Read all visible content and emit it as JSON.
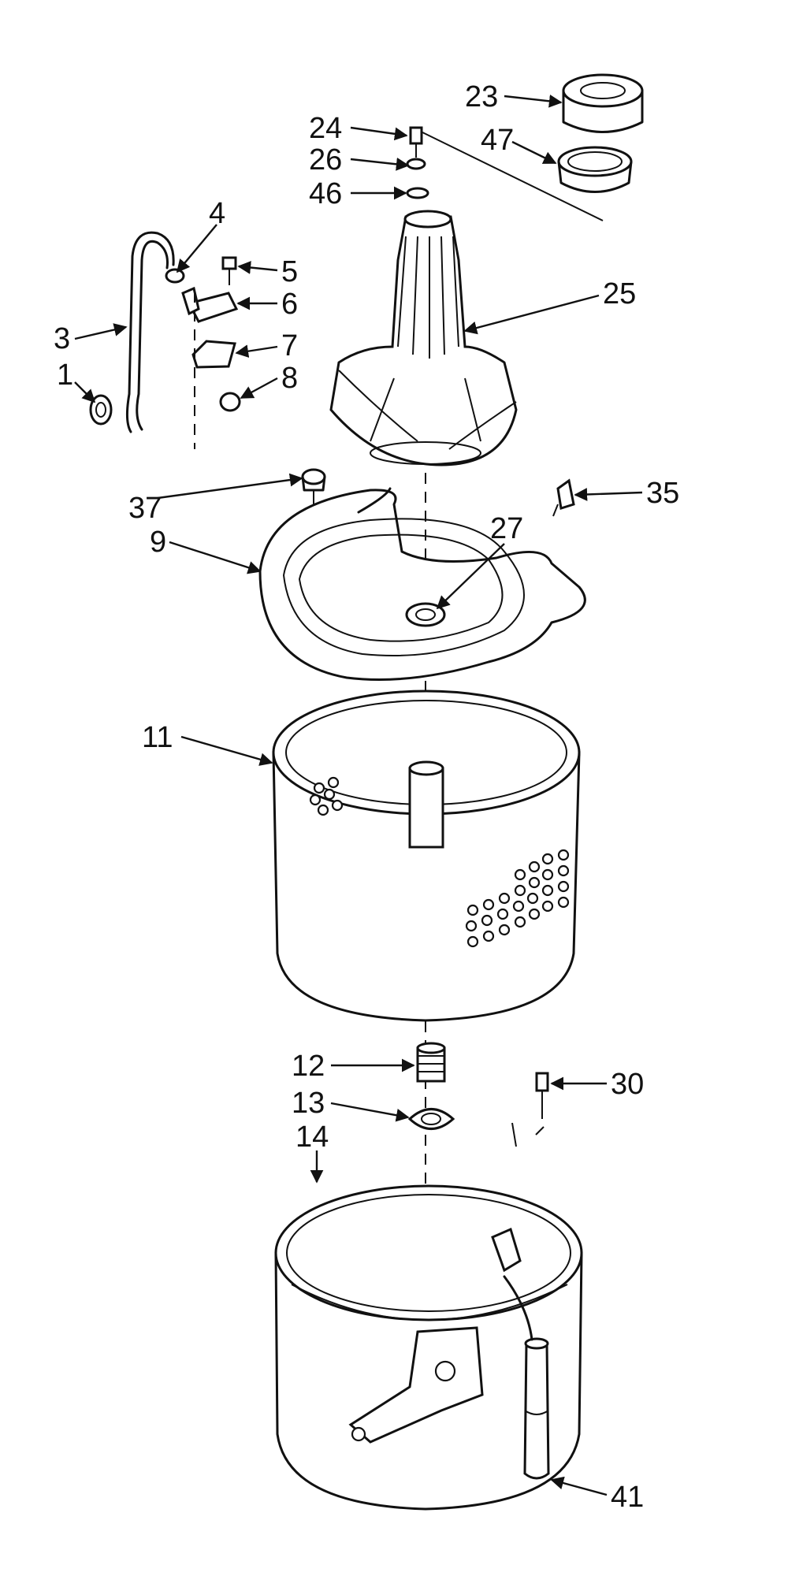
{
  "diagram": {
    "callouts": [
      {
        "id": "1",
        "label": "1"
      },
      {
        "id": "3",
        "label": "3"
      },
      {
        "id": "4",
        "label": "4"
      },
      {
        "id": "5",
        "label": "5"
      },
      {
        "id": "6",
        "label": "6"
      },
      {
        "id": "7",
        "label": "7"
      },
      {
        "id": "8",
        "label": "8"
      },
      {
        "id": "9",
        "label": "9"
      },
      {
        "id": "11",
        "label": "11"
      },
      {
        "id": "12",
        "label": "12"
      },
      {
        "id": "13",
        "label": "13"
      },
      {
        "id": "14",
        "label": "14"
      },
      {
        "id": "23",
        "label": "23"
      },
      {
        "id": "24",
        "label": "24"
      },
      {
        "id": "25",
        "label": "25"
      },
      {
        "id": "26",
        "label": "26"
      },
      {
        "id": "27",
        "label": "27"
      },
      {
        "id": "30",
        "label": "30"
      },
      {
        "id": "35",
        "label": "35"
      },
      {
        "id": "37",
        "label": "37"
      },
      {
        "id": "41",
        "label": "41"
      },
      {
        "id": "46",
        "label": "46"
      },
      {
        "id": "47",
        "label": "47"
      }
    ]
  }
}
